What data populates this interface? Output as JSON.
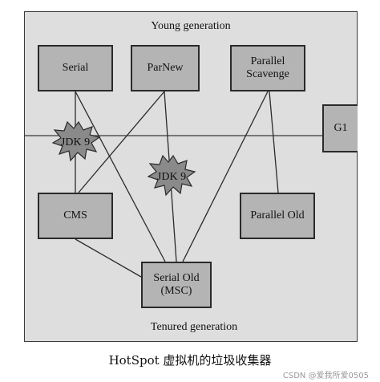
{
  "diagram": {
    "top_label": "Young generation",
    "bottom_label": "Tenured generation",
    "collectors": {
      "serial": "Serial",
      "parnew": "ParNew",
      "parallel_scavenge": "Parallel\nScavenge",
      "g1": "G1",
      "cms": "CMS",
      "parallel_old": "Parallel Old",
      "serial_old": "Serial Old\n(MSC)"
    },
    "deprecation_marks": [
      "JDK 9",
      "JDK 9"
    ]
  },
  "caption": "HotSpot 虚拟机的垃圾收集器",
  "watermark": "CSDN @爱我所爱0505"
}
